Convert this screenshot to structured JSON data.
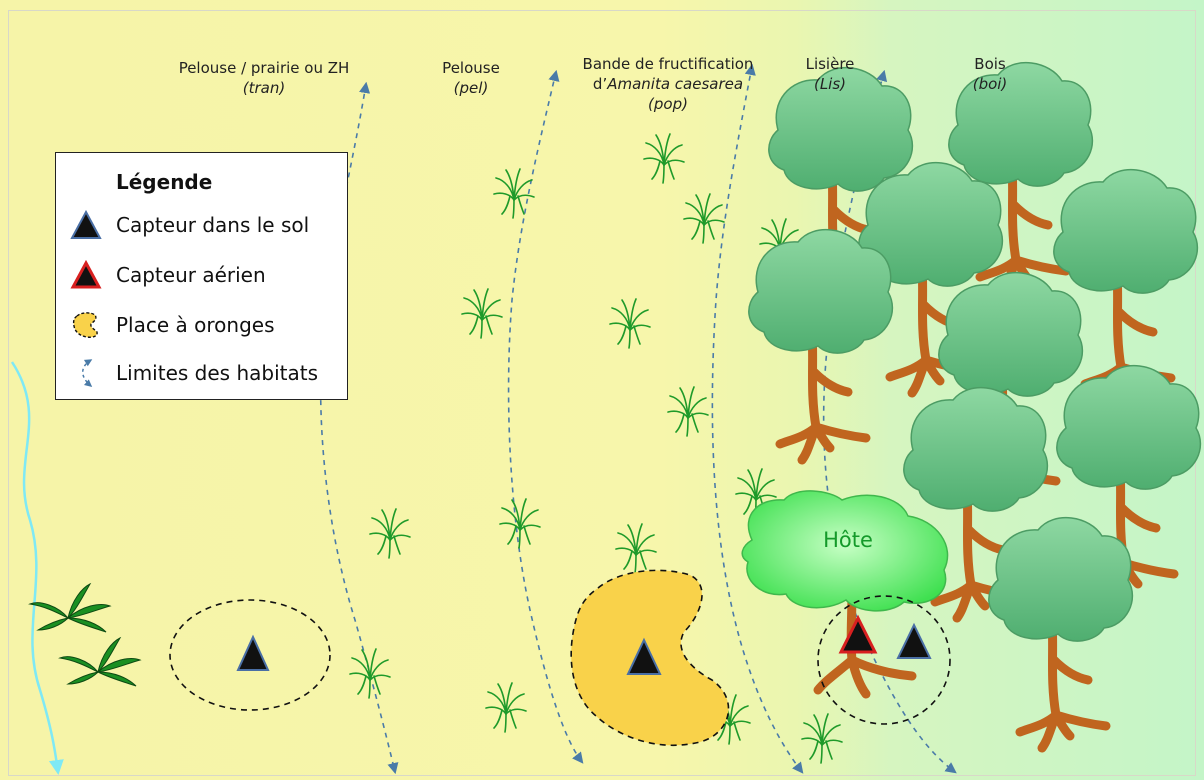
{
  "zones": [
    {
      "name": "Pelouse / prairie ou ZH",
      "code": "(tran)"
    },
    {
      "name": "Pelouse",
      "code": "(pel)"
    },
    {
      "name_prefix": "Bande de fructification",
      "name_line2_prefix": "d’",
      "name_line2_italic": "Amanita caesarea",
      "code": "(pop)"
    },
    {
      "name": "Lisière",
      "code": "(Lis)"
    },
    {
      "name": "Bois",
      "code": "(boi)"
    }
  ],
  "legend": {
    "title": "Légende",
    "items": [
      {
        "label": "Capteur dans le sol",
        "icon": "soil-sensor-triangle"
      },
      {
        "label": "Capteur aérien",
        "icon": "aerial-sensor-triangle"
      },
      {
        "label": "Place à oronges",
        "icon": "orange-place-blob"
      },
      {
        "label": "Limites des habitats",
        "icon": "habitat-limit-arrow"
      }
    ]
  },
  "host_tree_label": "Hôte",
  "colors": {
    "grassland": "#f8f7b0",
    "woodland": "#c9f5c9",
    "orange_place": "#f9d24a",
    "host_tree": "#66ee6e",
    "tree_canopy": "#6fc88a",
    "trunk": "#c0651f",
    "boundary_arrow": "#4a7ba8",
    "stream": "#7fe9f5",
    "soil_sensor_border": "#4a6fa5",
    "aerial_sensor_border": "#d82020"
  }
}
